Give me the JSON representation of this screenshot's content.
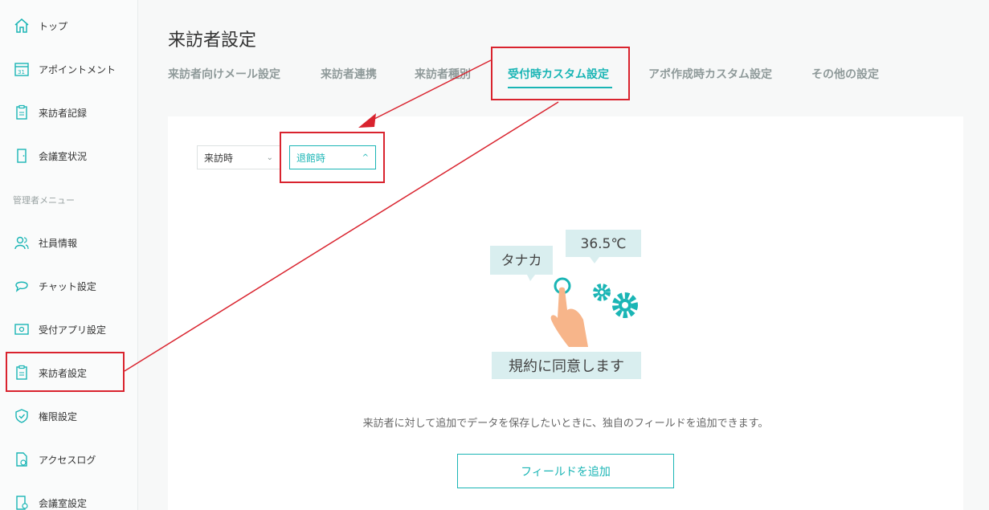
{
  "sidebar": {
    "items": [
      {
        "label": "トップ",
        "icon": "home-icon"
      },
      {
        "label": "アポイントメント",
        "icon": "calendar-icon"
      },
      {
        "label": "来訪者記録",
        "icon": "clipboard-icon"
      },
      {
        "label": "会議室状況",
        "icon": "door-icon"
      },
      {
        "label": "社員情報",
        "icon": "users-icon"
      },
      {
        "label": "チャット設定",
        "icon": "chat-icon"
      },
      {
        "label": "受付アプリ設定",
        "icon": "tablet-icon"
      },
      {
        "label": "来訪者設定",
        "icon": "visitor-clipboard-icon"
      },
      {
        "label": "権限設定",
        "icon": "shield-icon"
      },
      {
        "label": "アクセスログ",
        "icon": "log-icon"
      },
      {
        "label": "会議室設定",
        "icon": "room-settings-icon"
      }
    ],
    "section_label": "管理者メニュー"
  },
  "header": {
    "title": "来訪者設定"
  },
  "tabs": [
    {
      "label": "来訪者向けメール設定"
    },
    {
      "label": "来訪者連携"
    },
    {
      "label": "来訪者種別"
    },
    {
      "label": "受付時カスタム設定",
      "active": true
    },
    {
      "label": "アポ作成時カスタム設定"
    },
    {
      "label": "その他の設定"
    }
  ],
  "filters": {
    "timing_select": {
      "value": "来訪時"
    },
    "sub_select": {
      "value": "退館時"
    }
  },
  "illustration": {
    "name_bubble": "タナカ",
    "temp_bubble": "36.5℃",
    "agree_bubble": "規約に同意します"
  },
  "main": {
    "description": "来訪者に対して追加でデータを保存したいときに、独自のフィールドを追加できます。",
    "add_button_label": "フィールドを追加"
  },
  "colors": {
    "accent": "#1ab5b5",
    "annotation": "#d9232e",
    "bubble": "#d9eeef"
  }
}
